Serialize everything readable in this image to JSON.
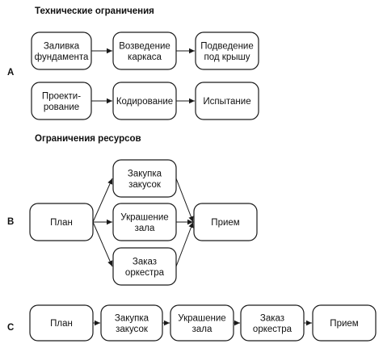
{
  "headings": {
    "technical": "Технические ограничения",
    "resources": "Ограничения ресурсов"
  },
  "sections": {
    "a": "A",
    "b": "B",
    "c": "C"
  },
  "nodes": {
    "a_foundation": [
      "Заливка",
      "фундамента"
    ],
    "a_frame": [
      "Возведение",
      "каркаса"
    ],
    "a_roof": [
      "Подведение",
      "под крышу"
    ],
    "a_design": [
      "Проекти-",
      "рование"
    ],
    "a_coding": [
      "Кодирование"
    ],
    "a_testing": [
      "Испытание"
    ],
    "b_plan": [
      "План"
    ],
    "b_snacks": [
      "Закупка",
      "закусок"
    ],
    "b_decor": [
      "Украшение",
      "зала"
    ],
    "b_orchestra": [
      "Заказ",
      "оркестра"
    ],
    "b_reception": [
      "Прием"
    ],
    "c_plan": [
      "План"
    ],
    "c_snacks": [
      "Закупка",
      "закусок"
    ],
    "c_decor": [
      "Украшение",
      "зала"
    ],
    "c_orchestra": [
      "Заказ",
      "оркестра"
    ],
    "c_reception": [
      "Прием"
    ]
  },
  "edges": [
    [
      "a_foundation",
      "a_frame"
    ],
    [
      "a_frame",
      "a_roof"
    ],
    [
      "a_design",
      "a_coding"
    ],
    [
      "a_coding",
      "a_testing"
    ],
    [
      "b_plan",
      "b_snacks"
    ],
    [
      "b_plan",
      "b_decor"
    ],
    [
      "b_plan",
      "b_orchestra"
    ],
    [
      "b_snacks",
      "b_reception"
    ],
    [
      "b_decor",
      "b_reception"
    ],
    [
      "b_orchestra",
      "b_reception"
    ],
    [
      "c_plan",
      "c_snacks"
    ],
    [
      "c_snacks",
      "c_decor"
    ],
    [
      "c_decor",
      "c_orchestra"
    ],
    [
      "c_orchestra",
      "c_reception"
    ]
  ]
}
